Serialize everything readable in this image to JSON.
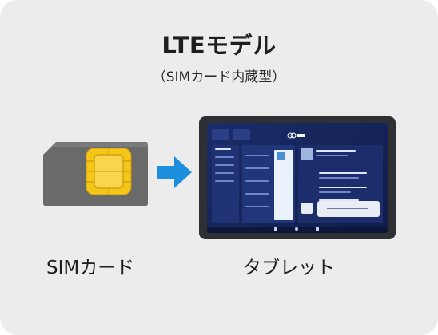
{
  "title": "LTEモデル",
  "subtitle": "（SIMカード内蔵型）",
  "labels": {
    "sim": "SIMカード",
    "tablet": "タブレット"
  },
  "colors": {
    "background": "#ececec",
    "arrow": "#1e8fde",
    "sim_body": "#6a6a6a",
    "sim_chip": "#f5c518",
    "tablet_frame": "#2f3033",
    "screen_bg": "#1a2d6a"
  },
  "icons": {
    "sim": "sim-card-icon",
    "arrow": "arrow-right-icon",
    "tablet": "tablet-device-icon"
  }
}
